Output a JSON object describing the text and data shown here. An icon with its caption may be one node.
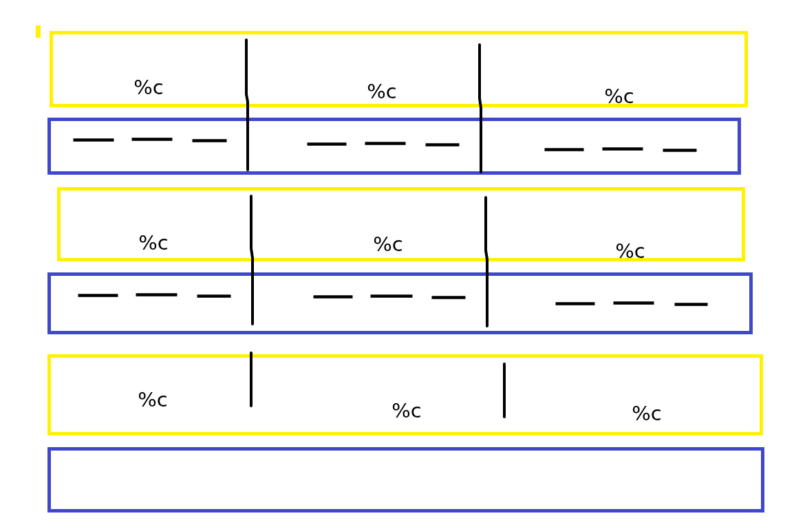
{
  "diagram": {
    "nodes": [
      {
        "text": [
          "%c",
          "%c",
          "%c"
        ]
      },
      {
        "text": [],
        "shape": "box"
      },
      {
        "text": [
          "%c",
          "%c",
          "%c"
        ]
      },
      {
        "text": [],
        "shape": "box"
      },
      {
        "text": [
          "%c",
          "%c",
          "%c"
        ]
      },
      {
        "text": [],
        "shape": "box"
      }
    ]
  }
}
